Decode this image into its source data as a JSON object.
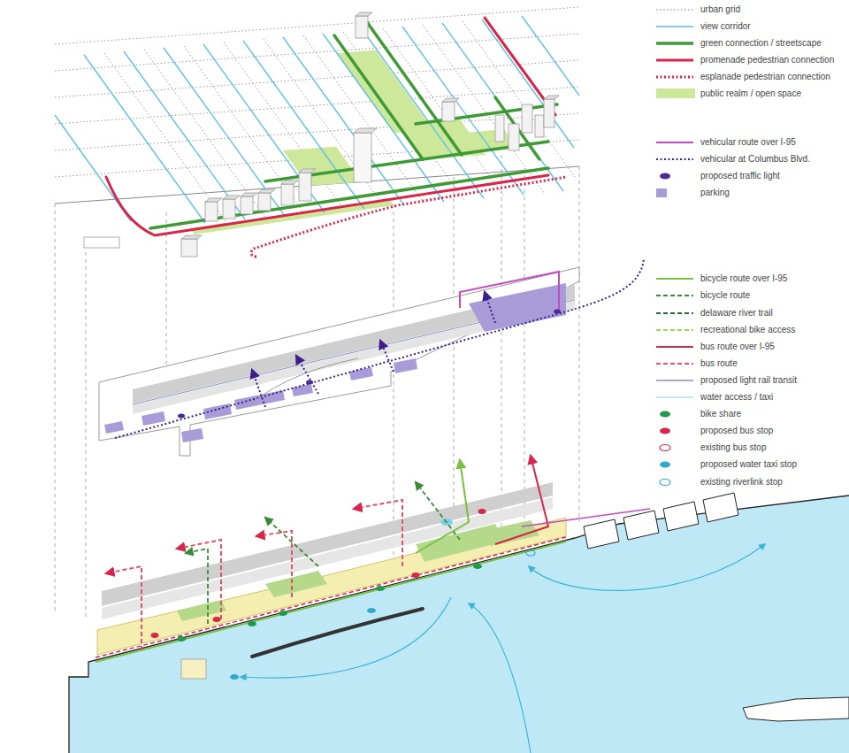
{
  "diagram": {
    "legend": [
      {
        "text": "urban grid"
      },
      {
        "text": "view corridor"
      },
      {
        "text": "green connection / streetscape"
      },
      {
        "text": "promenade pedestrian connection"
      },
      {
        "text": "esplanade pedestrian connection"
      },
      {
        "text": "public realm / open space",
        "color": "#cde89a"
      },
      {
        "text": "vehicular route over I-95"
      },
      {
        "text": "vehicular at Columbus Blvd."
      },
      {
        "text": "proposed traffic light"
      },
      {
        "text": "parking",
        "color": "#a99bd8"
      },
      {
        "text": "bicycle route over I-95"
      },
      {
        "text": "bicycle route"
      },
      {
        "text": "delaware river trail"
      },
      {
        "text": "recreational bike access"
      },
      {
        "text": "bus route over I-95"
      },
      {
        "text": "bus route"
      },
      {
        "text": "proposed light rail transit"
      },
      {
        "text": "water access / taxi"
      },
      {
        "text": "bike share"
      },
      {
        "text": "proposed bus stop"
      },
      {
        "text": "existing bus stop"
      },
      {
        "text": "proposed water taxi stop"
      },
      {
        "text": "existing riverlink stop"
      }
    ]
  }
}
